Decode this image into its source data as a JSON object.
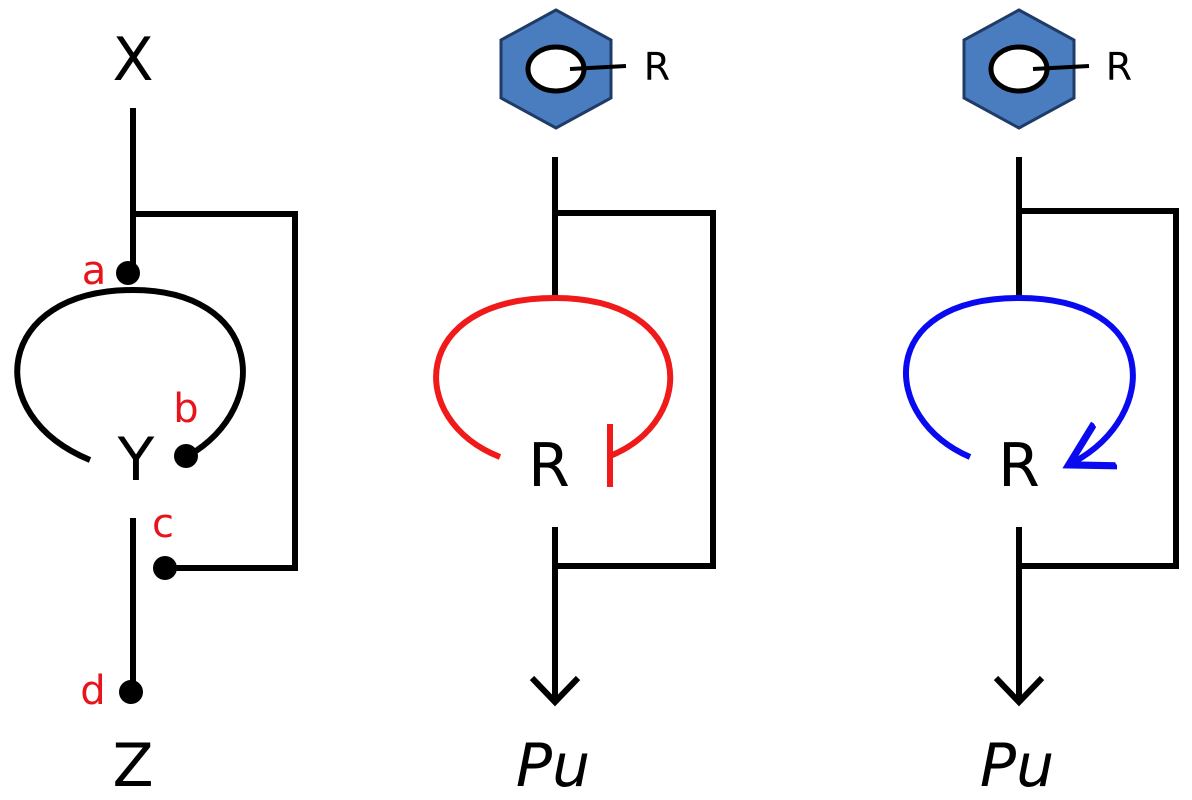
{
  "colors": {
    "line": "#000000",
    "point_label": "#e8141b",
    "repression": "#f01a1a",
    "activation": "#0a0af0",
    "ring_fill": "#4a7cc0",
    "ring_stroke": "#1f3b66"
  },
  "panel_left": {
    "input_label": "X",
    "middle_label": "Y",
    "output_label": "Z",
    "points": [
      "a",
      "b",
      "c",
      "d"
    ]
  },
  "panel_middle": {
    "ring_substituent": "R",
    "node_label": "R",
    "output_label": "Pu",
    "loop_type": "repression",
    "ring_icon": "aromatic-ring-icon"
  },
  "panel_right": {
    "ring_substituent": "R",
    "node_label": "R",
    "output_label": "Pu",
    "loop_type": "activation",
    "ring_icon": "aromatic-ring-icon"
  }
}
